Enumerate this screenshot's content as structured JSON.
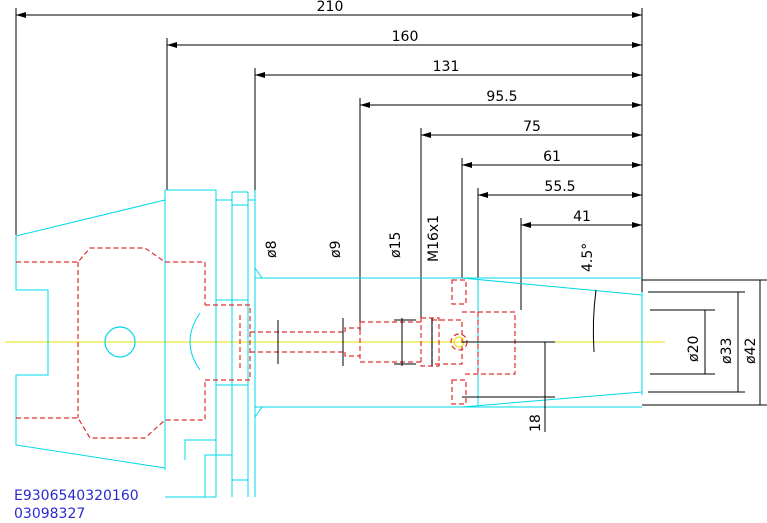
{
  "drawing": {
    "horizontal_dimensions": [
      "210",
      "160",
      "131",
      "95.5",
      "75",
      "61",
      "55.5",
      "41"
    ],
    "inner_diameters": [
      "ø8",
      "ø9",
      "ø15",
      "M16x1"
    ],
    "outer_diameters": [
      "ø20",
      "ø33",
      "ø42"
    ],
    "angle": "4.5°",
    "offset": "18",
    "part_numbers": [
      "E9306540320160",
      "03098327"
    ]
  },
  "colors": {
    "outline": "#00d8e8",
    "hidden": "#e03030",
    "centerline": "#e8e000",
    "dimension": "#000000",
    "code_text": "#2a2ad0"
  }
}
